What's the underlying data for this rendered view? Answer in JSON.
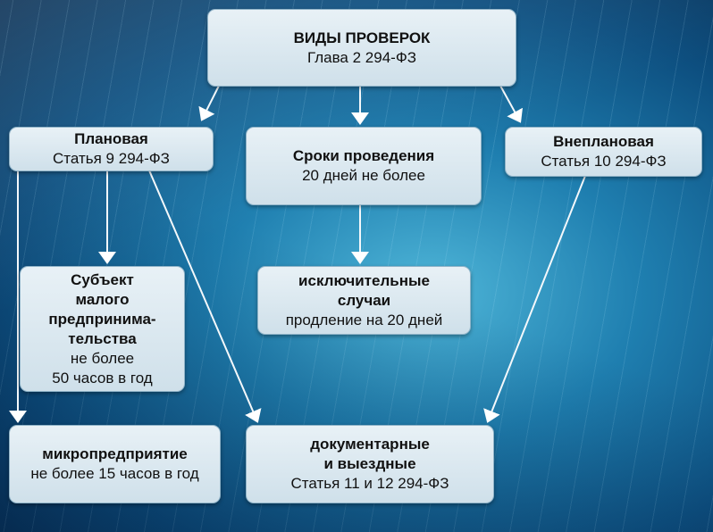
{
  "title": {
    "heading": "ВИДЫ ПРОВЕРОК",
    "sub": "Глава 2 294-ФЗ"
  },
  "planned": {
    "heading": "Плановая",
    "sub": "Статья 9  294-ФЗ"
  },
  "terms": {
    "heading": "Сроки проведения",
    "sub": "20 дней не более"
  },
  "unplanned": {
    "heading": "Внеплановая",
    "sub": "Статья 10 294-ФЗ"
  },
  "small_business": {
    "heading1": "Субъект",
    "heading2": "малого",
    "heading3": "предпринима-",
    "heading4": "тельства",
    "sub1": "не более",
    "sub2": "50 часов в год"
  },
  "exceptional": {
    "heading1": "исключительные",
    "heading2": "случаи",
    "sub": "продление на 20 дней"
  },
  "micro": {
    "heading": "микропредприятие",
    "sub": "не более 15 часов в год"
  },
  "documentary": {
    "heading1": "документарные",
    "heading2": "и выездные",
    "sub": "Статья 11 и 12 294-ФЗ"
  }
}
